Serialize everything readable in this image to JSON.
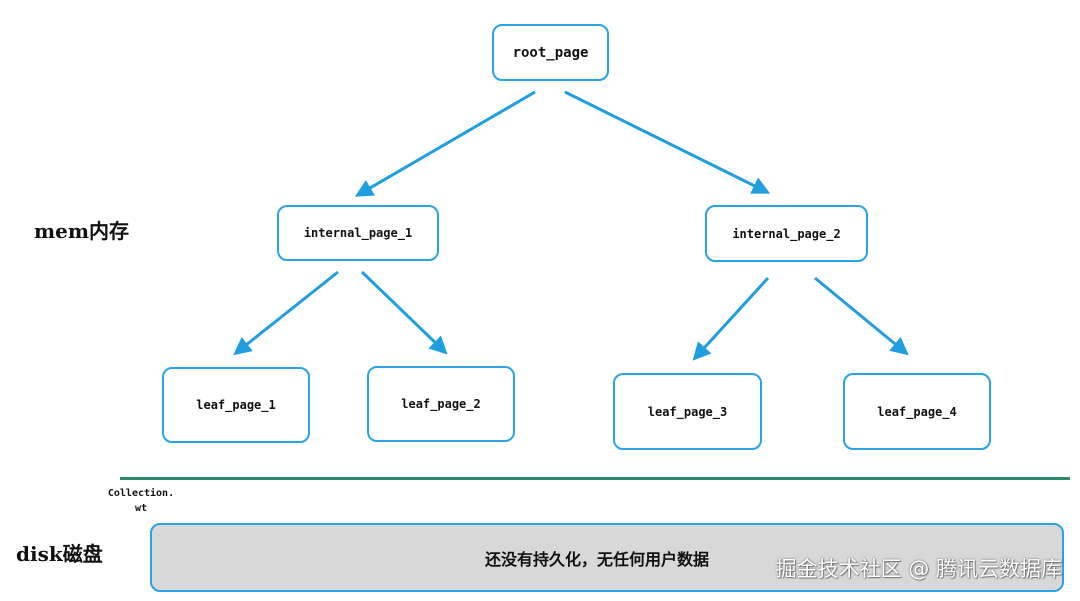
{
  "tree": {
    "root": "root_page",
    "internal_1": "internal_page_1",
    "internal_2": "internal_page_2",
    "leaf_1": "leaf_page_1",
    "leaf_2": "leaf_page_2",
    "leaf_3": "leaf_page_3",
    "leaf_4": "leaf_page_4"
  },
  "labels": {
    "memory": "mem内存",
    "disk": "disk磁盘"
  },
  "disk": {
    "file_name_line1": "Collection.",
    "file_name_line2": "wt",
    "status": "还没有持久化，无任何用户数据"
  },
  "watermark": "掘金技术社区 @ 腾讯云数据库",
  "colors": {
    "node_border": "#29a3e6",
    "arrow": "#1f9ee0",
    "divider": "#2e8b6a",
    "disk_fill": "#d8d8d8"
  }
}
